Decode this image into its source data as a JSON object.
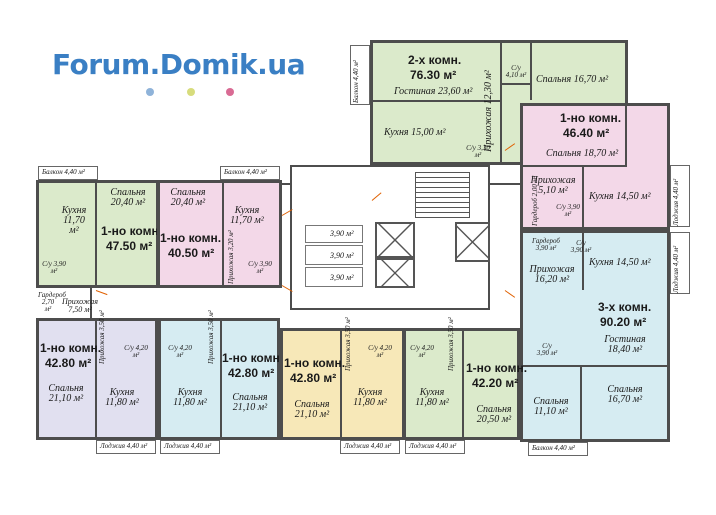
{
  "logo": {
    "text": "Forum.Domik.ua",
    "dot_colors": [
      "#8fb3d9",
      "#d7dc7c",
      "#d96b94"
    ]
  },
  "colors": {
    "green": "#dbeacb",
    "pink": "#f3d8e8",
    "blue": "#d6ecf2",
    "yellow": "#f7e8b8",
    "lavender": "#e1e0f0",
    "corridor": "#ffffff",
    "wall": "#4d4d4d"
  },
  "apartments": {
    "a76": {
      "title": "2-х комн.",
      "area": "76.30 м²",
      "living": "Гостиная 23,60 м²",
      "bedroom": "Спальня 16,70 м²",
      "kitchen": "Кухня 15,00 м²",
      "hall": "Прихожая 12,30 м²",
      "wc1": "С/у 4,10 м²",
      "wc2": "С/у 3,30 м²",
      "balcony": "Балкон 4,40 м²"
    },
    "a46": {
      "title": "1-но комн.",
      "area": "46.40 м²",
      "bedroom": "Спальня 18,70 м²",
      "kitchen": "Кухня 14,50 м²",
      "hall": "Прихожая 5,10 м²",
      "wc": "С/у 3,90 м²",
      "wardrobe": "Гардероб 2,00 м²",
      "loggia": "Лоджия 4,40 м²"
    },
    "a90": {
      "title": "3-х комн.",
      "area": "90.20 м²",
      "kitchen": "Кухня 14,50 м²",
      "hall": "Прихожая 16,20 м²",
      "living": "Гостиная 18,40 м²",
      "bed1": "Спальня 11,10 м²",
      "bed2": "Спальня 16,70 м²",
      "wc1": "С/у 3,90 м²",
      "wc2": "С/у 3,90 м²",
      "wardrobe": "Гардероб 3,90 м²",
      "loggia": "Лоджия 4,40 м²",
      "balcony": "Балкон 4,40 м²"
    },
    "a47": {
      "title": "1-но комн.",
      "area": "47.50 м²",
      "bedroom": "Спальня 20,40 м²",
      "kitchen": "Кухня 11,70 м²",
      "wc": "С/у 3,90 м²",
      "balcony": "Балкон 4,40 м²"
    },
    "a40": {
      "title": "1-но комн.",
      "area": "40.50 м²",
      "bedroom": "Спальня 20,40 м²",
      "kitchen": "Кухня 11,70 м²",
      "hall": "Прихожая 3,20 м²",
      "wc": "С/у 3,90 м²",
      "balcony": "Балкон 4,40 м²"
    },
    "a42a": {
      "title": "1-но комн.",
      "area": "42.80 м²",
      "bedroom": "Спальня 21,10 м²",
      "kitchen": "Кухня 11,80 м²",
      "hall": "Прихожая 3,50 м²",
      "wardrobe": "Гардероб 2,70 м²",
      "hall2": "Прихожая 7,50 м²",
      "wc": "С/у 4,20 м²",
      "loggia": "Лоджия 4,40 м²"
    },
    "a42b": {
      "title": "1-но комн.",
      "area": "42.80 м²",
      "bedroom": "Спальня 21,10 м²",
      "kitchen": "Кухня 11,80 м²",
      "hall": "Прихожая 3,50 м²",
      "wc": "С/у 4,20 м²",
      "loggia": "Лоджия 4,40 м²"
    },
    "a42c": {
      "title": "1-но комн.",
      "area": "42.80 м²",
      "bedroom": "Спальня 21,10 м²",
      "kitchen": "Кухня 11,80 м²",
      "hall": "Прихожая 3,50 м²",
      "wc": "С/у 4,20 м²",
      "loggia": "Лоджия 4,40 м²"
    },
    "a42d": {
      "title": "1-но комн.",
      "area": "42.20 м²",
      "bedroom": "Спальня 20,50 м²",
      "kitchen": "Кухня 11,80 м²",
      "hall": "Прихожая 3,50 м²",
      "wc": "С/у 4,20 м²",
      "loggia": "Лоджия 4,40 м²"
    }
  },
  "common": {
    "shaft1": "3,90 м²",
    "shaft2": "3,90 м²",
    "shaft3": "3,90 м²"
  }
}
